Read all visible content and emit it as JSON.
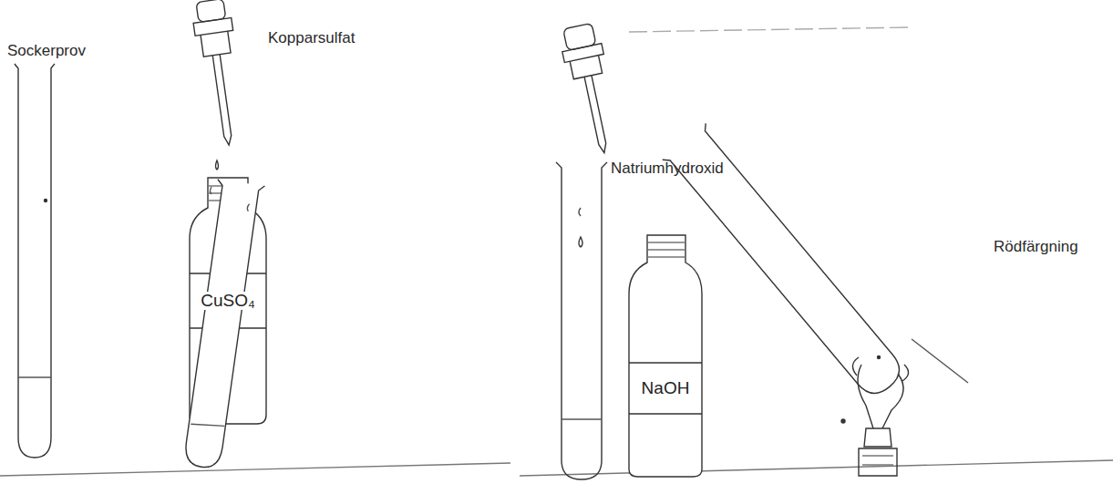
{
  "diagram": {
    "labels": [
      "Sockerprov",
      "Kopparsulfat",
      "CuSO₄",
      "Natriumhydroxid",
      "NaOH",
      "Rödfärgning"
    ]
  }
}
